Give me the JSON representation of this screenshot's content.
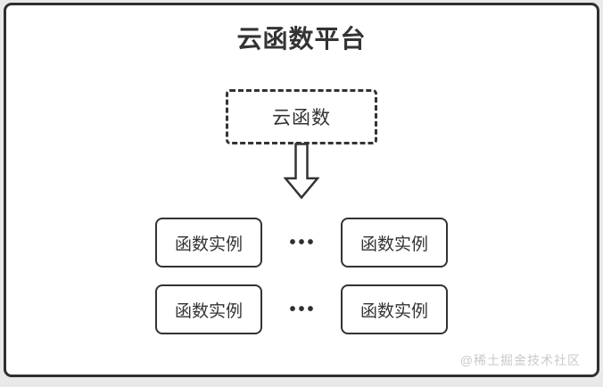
{
  "page": {
    "background_color": "#e9e9e9",
    "card_background": "#ffffff",
    "border_color": "#2f2f2f",
    "text_color": "#333333",
    "watermark_color": "#c9c9c9"
  },
  "diagram": {
    "title": "云函数平台",
    "source_node": {
      "label": "云函数"
    },
    "arrow_icon": "down-arrow",
    "rows": [
      {
        "left": "函数实例",
        "dots": "•••",
        "right": "函数实例"
      },
      {
        "left": "函数实例",
        "dots": "•••",
        "right": "函数实例"
      }
    ],
    "watermark": "@稀土掘金技术社区"
  }
}
